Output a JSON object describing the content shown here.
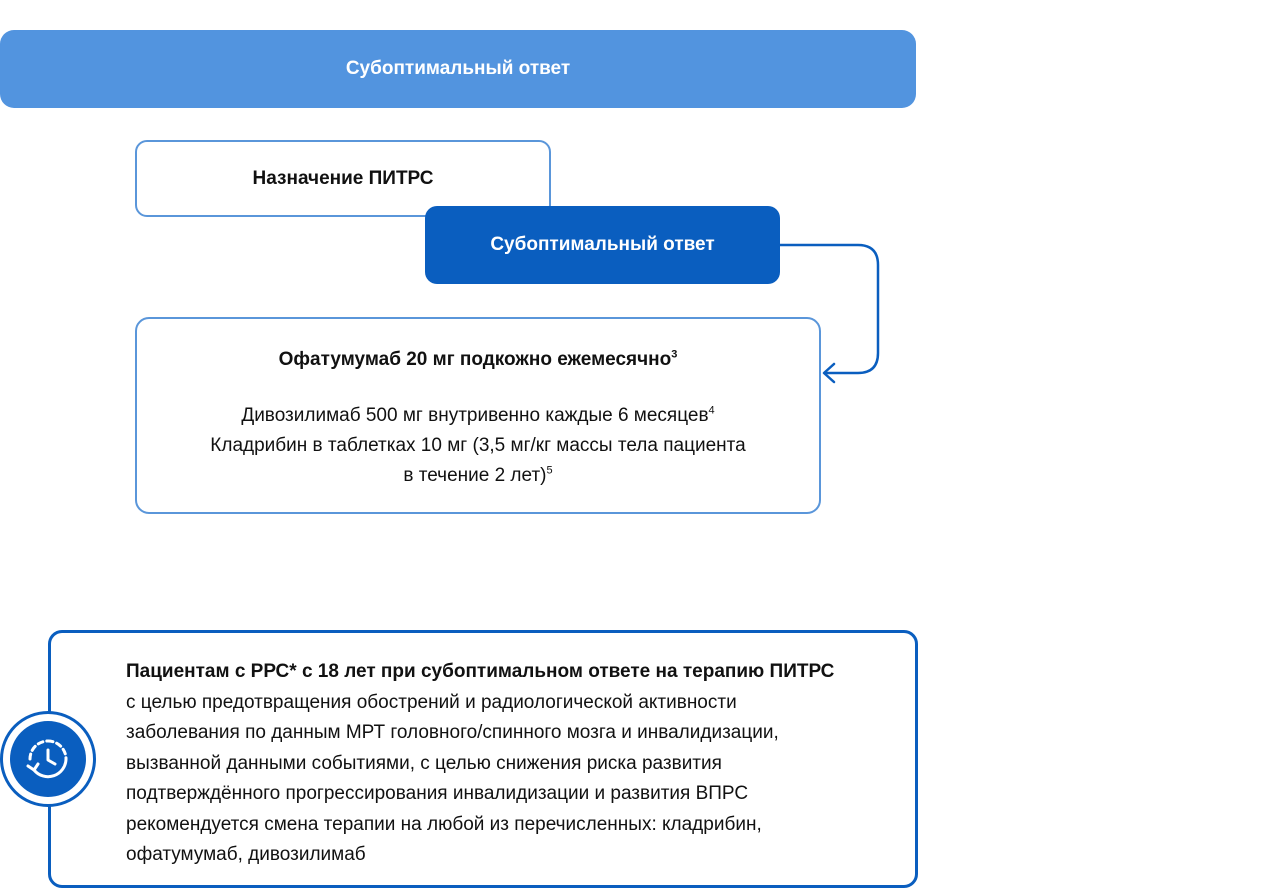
{
  "banner": {
    "label": "Субоптимальный ответ"
  },
  "assign": {
    "label": "Назначение ПИТРС"
  },
  "suboptimal": {
    "label": "Субоптимальный ответ"
  },
  "therapy": {
    "main": "Офатумумаб 20 мг подкожно ежемесячно",
    "main_ref": "3",
    "line1": "Дивозилимаб 500 мг внутривенно каждые 6 месяцев",
    "line1_ref": "4",
    "line2": "Кладрибин в таблетках 10 мг (3,5 мг/кг массы тела пациента",
    "line3": "в течение 2 лет)",
    "line3_ref": "5"
  },
  "recommendation": {
    "bold": "Пациентам с РРС* с 18 лет при субоптимальном ответе на терапию ПИТРС",
    "lines": [
      "с целью предотвращения обострений и радиологической активности",
      "заболевания по данным МРТ головного/спинного мозга и инвалидизации,",
      "вызванной данными событиями, с целью снижения риска развития",
      "подтверждённого прогрессирования инвалидизации и развития ВПРС",
      "рекомендуется смена терапии на любой из перечисленных: кладрибин,",
      "офатумумаб, дивозилимаб"
    ]
  },
  "icons": {
    "badge": "clock-refresh-icon",
    "arrow": "curved-arrow-icon"
  },
  "colors": {
    "banner": "#5294df",
    "primary": "#0a5ebf",
    "outline": "#5a96da",
    "text": "#111111",
    "on_primary": "#ffffff"
  }
}
